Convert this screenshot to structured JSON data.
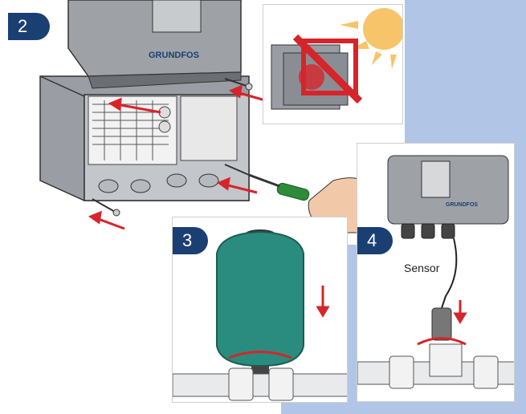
{
  "steps": {
    "step2": {
      "number": "2",
      "brand": "GRUNDFOS"
    },
    "step3": {
      "number": "3"
    },
    "step4": {
      "number": "4",
      "brand": "GRUNDFOS",
      "sensor_label": "Sensor"
    }
  },
  "colors": {
    "badge": "#1a3f73",
    "background_accent": "#b1c6e6",
    "tank": "#2a8c7e",
    "arrow": "#d6252a",
    "sun": "#f7c46a",
    "housing": "#8d9096"
  },
  "icons": [
    "sun-icon",
    "no-sun-icon",
    "screwdriver-icon",
    "down-arrow-icon",
    "rotate-arrow-icon"
  ]
}
